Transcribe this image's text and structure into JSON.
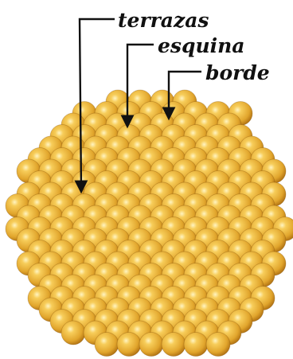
{
  "labels": {
    "terraces": "terrazas",
    "corner": "esquina",
    "edge": "borde"
  },
  "colors": {
    "atom_highlight": "#fff4c2",
    "atom_light": "#f7cd5a",
    "atom_mid": "#e1a52c",
    "atom_dark": "#a7680e",
    "atom_edge": "#7a4a06",
    "arrow": "#111111"
  },
  "figure": {
    "shape": "cuboctahedral-gold-nanoparticle",
    "atom_style": "shaded-spheres"
  }
}
